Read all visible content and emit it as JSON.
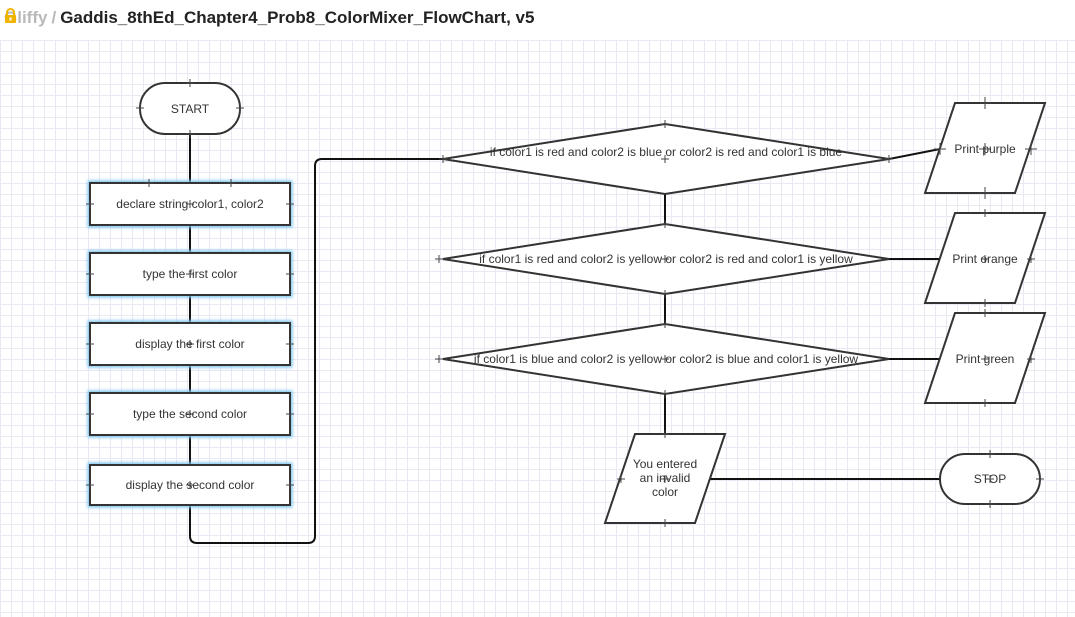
{
  "header": {
    "brand": "Gliffy",
    "separator": "/",
    "document_title": "Gaddis_8thEd_Chapter4_Prob8_ColorMixer_FlowChart, v5",
    "lock_icon": "lock-icon",
    "lock_color": "#f0b400"
  },
  "flowchart": {
    "start": "START",
    "steps": [
      "declare string color1, color2",
      "type the first color",
      "display the first color",
      "type the second color",
      "display the second color"
    ],
    "decisions": [
      "if color1 is red and color2  is blue or color2 is red and color1  is blue",
      "if color1 is red and color2 is yellow or color2 is red and color1 is yellow",
      "if color1 is blue and color2 is yellow or color2  is blue and color1 is yellow"
    ],
    "outputs": [
      "Print purple",
      "Print orange",
      "Print green"
    ],
    "invalid": [
      "You entered",
      "an invalid",
      "color"
    ],
    "stop": "STOP"
  }
}
